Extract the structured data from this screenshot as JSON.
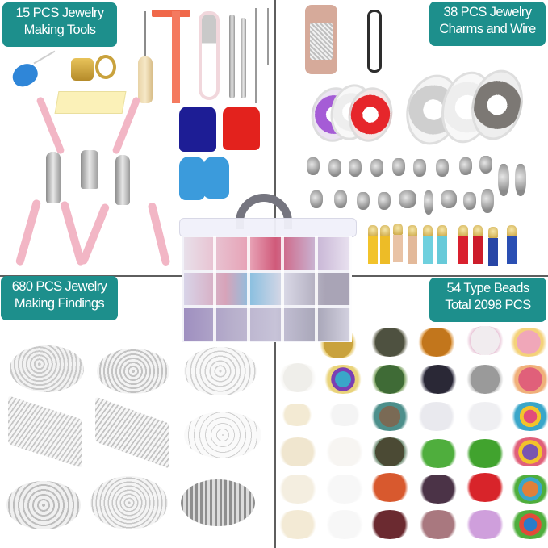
{
  "quadrants": {
    "top_left": {
      "label_line1": "15 PCS Jewelry",
      "label_line2": "Making Tools",
      "items": [
        "bead-threader",
        "thimble",
        "jump-ring-opener",
        "awl",
        "caliper",
        "scissors",
        "tweezers",
        "needles",
        "polishing-cloth",
        "pliers",
        "velvet-bags",
        "gloves"
      ]
    },
    "top_right": {
      "label_line1": "38 PCS Jewelry",
      "label_line2": "Charms and Wire",
      "items": [
        "chain-card",
        "leather-cord",
        "elastic-cord-spools",
        "wire-spools",
        "charms",
        "tassels"
      ]
    },
    "bottom_left": {
      "label_line1": "680 PCS Jewelry",
      "label_line2": "Making Findings",
      "items": [
        "jump-rings-small",
        "jump-rings-medium",
        "split-rings",
        "eye-pins",
        "head-pins",
        "ear-hooks",
        "lobster-clasps",
        "bead-caps",
        "crimp-ends"
      ]
    },
    "bottom_right": {
      "label_line1": "54 Type Beads",
      "label_line2": "Total 2098 PCS",
      "bead_rows": [
        [
          "#c9a23d",
          "#4e5140",
          "#c2761c",
          "#f1ecef",
          "#f0a7b9"
        ],
        [
          "#efeeea",
          "#3aa6c9",
          "#3f6b36",
          "#2a2836",
          "#9a9a9a",
          "#e0607a"
        ],
        [
          "#f3ead3",
          "#f4f4f4",
          "#7a6a55",
          "#e9e9ee",
          "#efeff2",
          "#e24b7a"
        ],
        [
          "#f0e6cf",
          "#f7f5f2",
          "#4b4a34",
          "#4fae3d",
          "#41a32e",
          "#7a55b0"
        ],
        [
          "#f4eee0",
          "#f7f7f7",
          "#d8592e",
          "#4b3347",
          "#d8242a",
          "#e0803a"
        ],
        [
          "#f3ead5",
          "#f7f7f7",
          "#6b2a30",
          "#a9787f",
          "#cf9fdc",
          "#2a7bc9"
        ]
      ]
    }
  },
  "center": {
    "item": "three-tier-storage-box"
  },
  "colors": {
    "badge": "#1d8f8c",
    "badge_text": "#ffffff",
    "divider": "#5e5e5e"
  }
}
